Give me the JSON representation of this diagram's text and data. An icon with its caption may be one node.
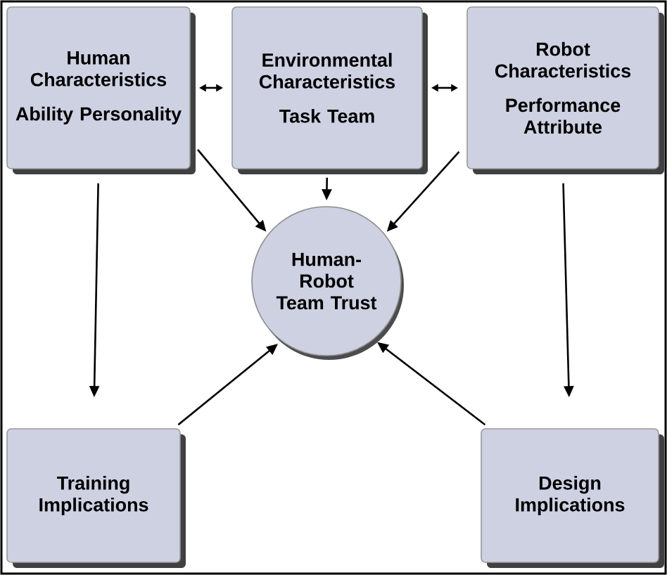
{
  "diagram": {
    "nodes": [
      {
        "text": [
          "Human Characteristics",
          "Ability Personality"
        ]
      },
      {
        "text": [
          "Environmental Characteristics",
          "Task Team"
        ]
      },
      {
        "text": [
          "Robot Characteristics",
          "Performance Attribute"
        ]
      },
      {
        "text": [
          "Human-Robot Team Trust"
        ]
      },
      {
        "text": [
          "Training Implications"
        ]
      },
      {
        "text": [
          "Design Implications"
        ]
      }
    ],
    "edges": [
      {
        "from": 0,
        "to": 1,
        "arrow": "both"
      },
      {
        "from": 1,
        "to": 2,
        "arrow": "both"
      },
      {
        "from": 0,
        "to": 3,
        "arrow": "to"
      },
      {
        "from": 1,
        "to": 3,
        "arrow": "to"
      },
      {
        "from": 2,
        "to": 3,
        "arrow": "to"
      },
      {
        "from": 0,
        "to": 4,
        "arrow": "to"
      },
      {
        "from": 2,
        "to": 5,
        "arrow": "to"
      },
      {
        "from": 4,
        "to": 3,
        "arrow": "to"
      },
      {
        "from": 5,
        "to": 3,
        "arrow": "to"
      }
    ]
  }
}
